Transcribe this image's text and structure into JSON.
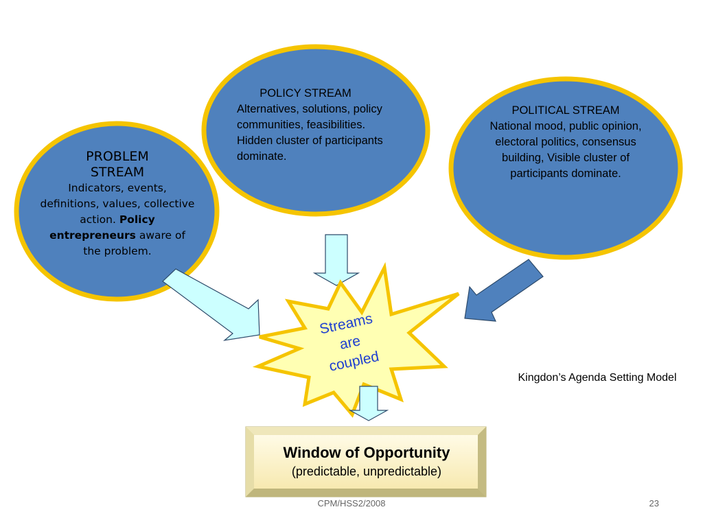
{
  "colors": {
    "circle_fill": "#4f81bd",
    "circle_border": "#f5c400",
    "arrow_light": "#ccffff",
    "arrow_dark": "#4f81bd",
    "star_fill": "#ffffb3",
    "star_border": "#f5c400",
    "star_text": "#1f3fd0",
    "window_fill": "#fdf2c4",
    "window_border": "#c8c088"
  },
  "problem_stream": {
    "title_line1": "PROBLEM",
    "title_line2": "STREAM",
    "text_before_bold": "Indicators, events, definitions, values, collective action.",
    "bold": "Policy entrepreneurs",
    "text_after_bold": "aware of the problem."
  },
  "policy_stream": {
    "title": "POLICY STREAM",
    "text": "Alternatives, solutions, policy communities, feasibilities. Hidden cluster of participants dominate."
  },
  "political_stream": {
    "title": "POLITICAL STREAM",
    "text": "National mood, public opinion, electoral politics, consensus building,  Visible cluster of participants dominate."
  },
  "coupling": {
    "line1": "Streams",
    "line2": "are",
    "line3": "coupled"
  },
  "model_label": "Kingdon’s Agenda Setting Model",
  "window": {
    "title": "Window of Opportunity",
    "subtitle": "(predictable, unpredictable)"
  },
  "footer": {
    "center": "CPM/HSS2/2008",
    "page": "23"
  }
}
